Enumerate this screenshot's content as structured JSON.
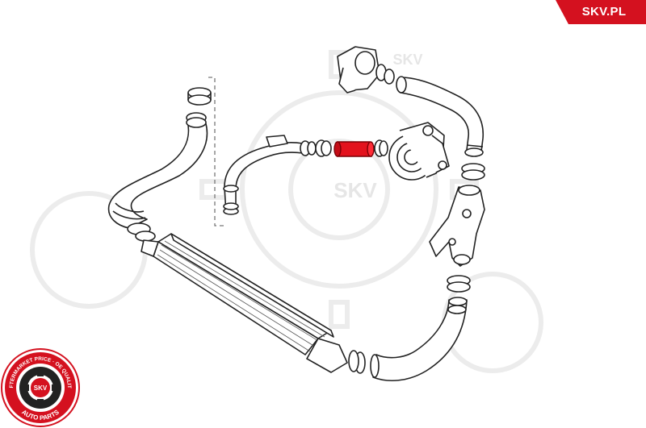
{
  "brand": {
    "name": "SKV.PL",
    "color": "#d4111f"
  },
  "watermark": {
    "text": "SKV"
  },
  "seal": {
    "ring_top_text": "AFTERMARKET PRICE · OE QUALITY",
    "ring_bottom_text": "AUTO PARTS",
    "center_text": "SKV",
    "color": "#d4111f"
  },
  "highlight": {
    "part": "charge air hose",
    "color": "#e3121d"
  },
  "icons": [
    "gear-watermark-icon",
    "seal-logo-icon"
  ]
}
